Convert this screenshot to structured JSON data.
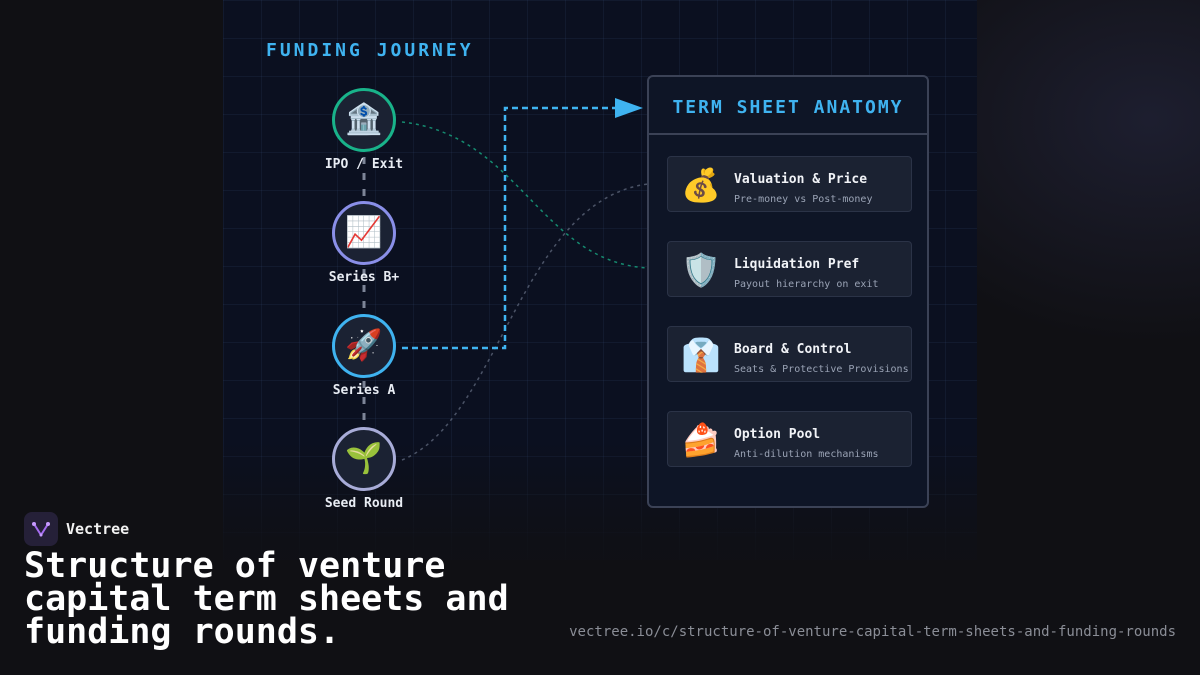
{
  "journey": {
    "title": "FUNDING JOURNEY",
    "stages": [
      {
        "label": "IPO / Exit",
        "icon": "🏦",
        "icon_name": "bank-icon",
        "color": "#19b38a"
      },
      {
        "label": "Series B+",
        "icon": "📈",
        "icon_name": "chart-increasing-icon",
        "color": "#8a8fe8"
      },
      {
        "label": "Series A",
        "icon": "🚀",
        "icon_name": "rocket-icon",
        "color": "#3fb3f0"
      },
      {
        "label": "Seed Round",
        "icon": "🌱",
        "icon_name": "seedling-icon",
        "color": "#a8acd8"
      }
    ]
  },
  "term_sheet": {
    "title": "TERM SHEET ANATOMY",
    "items": [
      {
        "name": "Valuation & Price",
        "desc": "Pre-money vs Post-money",
        "icon": "💰",
        "icon_name": "money-bag-icon"
      },
      {
        "name": "Liquidation Pref",
        "desc": "Payout hierarchy on exit",
        "icon": "🛡️",
        "icon_name": "shield-icon"
      },
      {
        "name": "Board & Control",
        "desc": "Seats & Protective Provisions",
        "icon": "👔",
        "icon_name": "necktie-icon"
      },
      {
        "name": "Option Pool",
        "desc": "Anti-dilution mechanisms",
        "icon": "🍰",
        "icon_name": "cake-slice-icon"
      }
    ]
  },
  "colors": {
    "accent": "#3fb3f0",
    "teal_connector": "#19b38a",
    "gray_connector": "#5b6478",
    "panel_background": "#0b1020"
  },
  "footer": {
    "brand": "Vectree",
    "headline": "Structure of venture capital term sheets and funding rounds.",
    "url": "vectree.io/c/structure-of-venture-capital-term-sheets-and-funding-rounds"
  }
}
